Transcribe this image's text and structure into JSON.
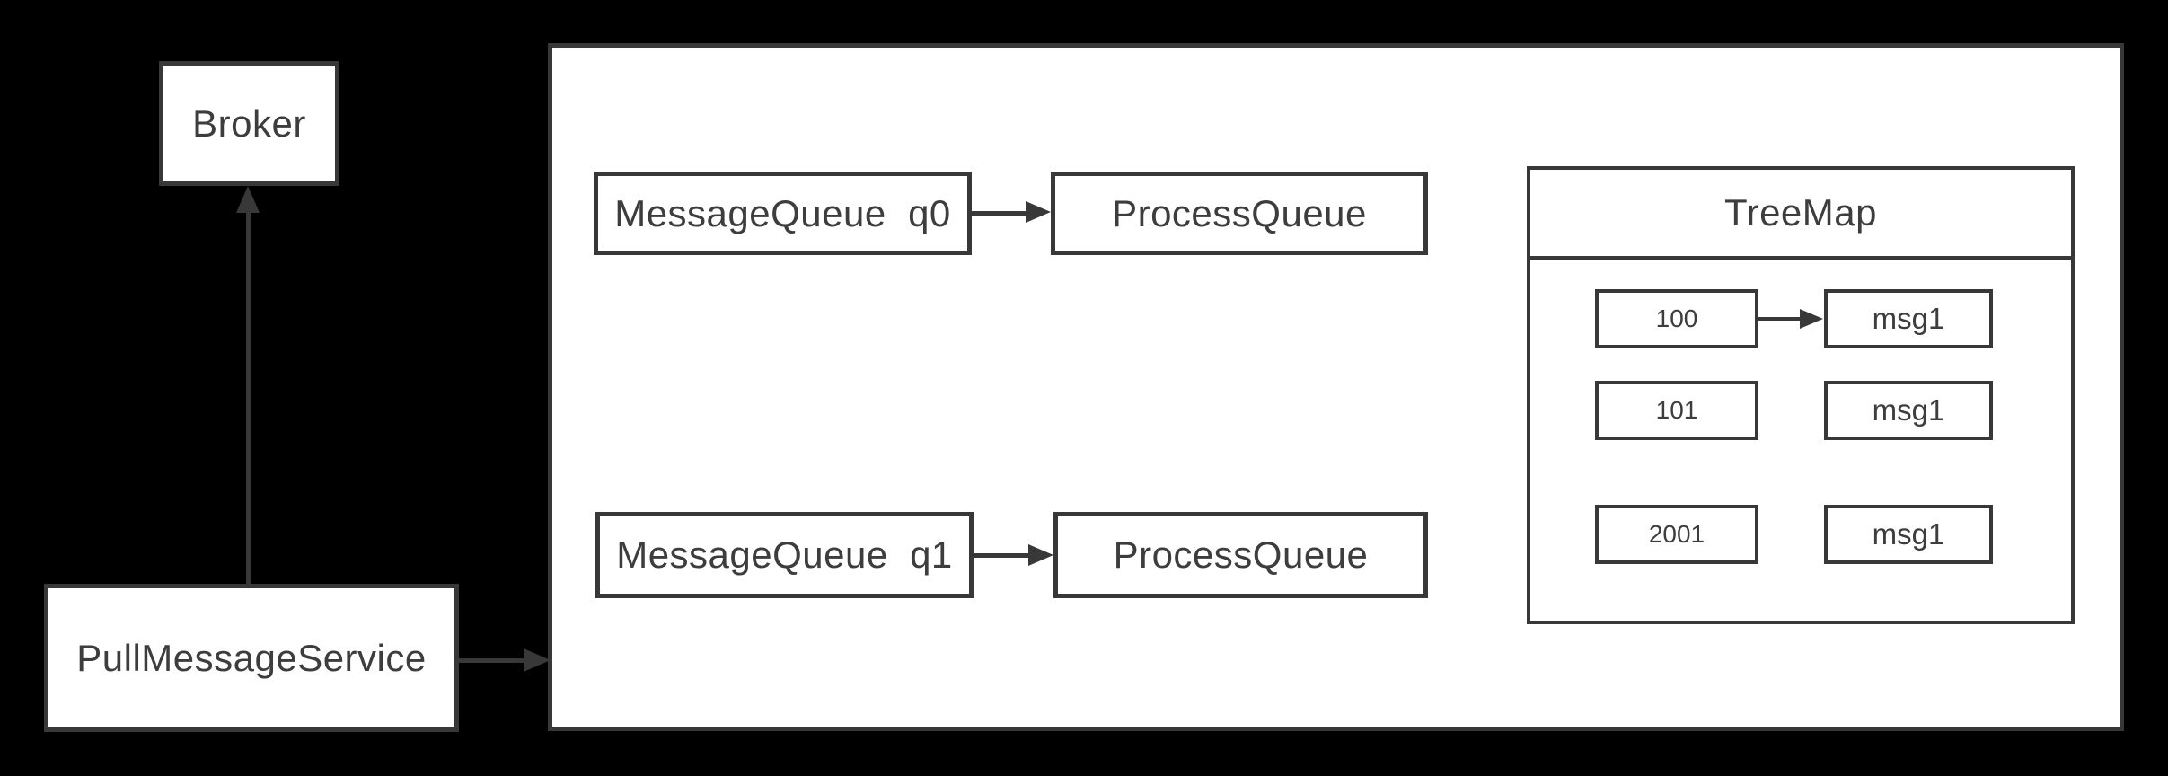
{
  "diagram": {
    "colors": {
      "background": "#000000",
      "box_fill": "#ffffff",
      "line": "#383838",
      "text": "#3d3d3d"
    },
    "nodes": {
      "broker": {
        "label": "Broker"
      },
      "pull_message_service": {
        "label": "PullMessageService"
      },
      "message_queue_q0": {
        "label": "MessageQueue  q0"
      },
      "process_queue_0": {
        "label": "ProcessQueue"
      },
      "message_queue_q1": {
        "label": "MessageQueue  q1"
      },
      "process_queue_1": {
        "label": "ProcessQueue"
      },
      "tree_map": {
        "title": "TreeMap",
        "entries": [
          {
            "key": "100",
            "value": "msg1"
          },
          {
            "key": "101",
            "value": "msg1"
          },
          {
            "key": "2001",
            "value": "msg1"
          }
        ]
      }
    },
    "edges": [
      {
        "from": "pull_message_service",
        "to": "broker",
        "direction": "up"
      },
      {
        "from": "pull_message_service",
        "to": "consumer-container",
        "direction": "right"
      },
      {
        "from": "message_queue_q0",
        "to": "process_queue_0",
        "direction": "right"
      },
      {
        "from": "message_queue_q1",
        "to": "process_queue_1",
        "direction": "right"
      },
      {
        "from": "tree_map_key_100",
        "to": "tree_map_value_msg1",
        "direction": "right"
      }
    ]
  }
}
